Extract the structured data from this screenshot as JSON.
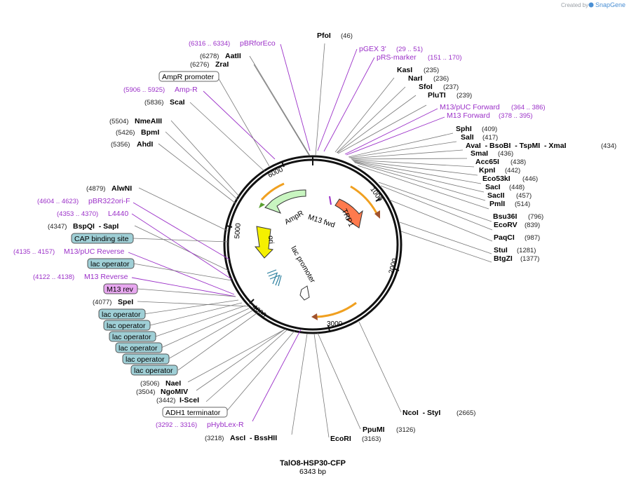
{
  "credit": {
    "prefix": "Created by",
    "brand": "SnapGene"
  },
  "plasmid": {
    "name": "TalO8-HSP30-CFP",
    "size": "6343 bp"
  },
  "ticks": [
    "1000",
    "2000",
    "3000",
    "4000",
    "5000",
    "6000"
  ],
  "sites": [
    {
      "name": "PfoI",
      "pos": "(46)"
    },
    {
      "name": "KasI",
      "pos": "(235)"
    },
    {
      "name": "NarI",
      "pos": "(236)"
    },
    {
      "name": "SfoI",
      "pos": "(237)"
    },
    {
      "name": "PluTI",
      "pos": "(239)"
    },
    {
      "name": "SphI",
      "pos": "(409)"
    },
    {
      "name": "SalI",
      "pos": "(417)"
    },
    {
      "name": "AvaI  - BsoBI  - TspMI  - XmaI",
      "pos": "(434)"
    },
    {
      "name": "SmaI",
      "pos": "(436)"
    },
    {
      "name": "Acc65I",
      "pos": "(438)"
    },
    {
      "name": "KpnI",
      "pos": "(442)"
    },
    {
      "name": "Eco53kI",
      "pos": "(446)"
    },
    {
      "name": "SacI",
      "pos": "(448)"
    },
    {
      "name": "SacII",
      "pos": "(457)"
    },
    {
      "name": "PmlI",
      "pos": "(514)"
    },
    {
      "name": "Bsu36I",
      "pos": "(796)"
    },
    {
      "name": "EcoRV",
      "pos": "(839)"
    },
    {
      "name": "PaqCI",
      "pos": "(987)"
    },
    {
      "name": "StuI",
      "pos": "(1281)"
    },
    {
      "name": "BtgZI",
      "pos": "(1377)"
    },
    {
      "name": "NcoI  - StyI",
      "pos": "(2665)"
    },
    {
      "name": "PpuMI",
      "pos": "(3126)"
    },
    {
      "name": "EcoRI",
      "pos": "(3163)"
    },
    {
      "name": "AscI  - BssHII",
      "pos": "(3218)"
    },
    {
      "name": "I-SceI",
      "pos": "(3442)"
    },
    {
      "name": "NgoMIV",
      "pos": "(3504)"
    },
    {
      "name": "NaeI",
      "pos": "(3506)"
    },
    {
      "name": "SpeI",
      "pos": "(4077)"
    },
    {
      "name": "BspQI  - SapI",
      "pos": "(4347)"
    },
    {
      "name": "AlwNI",
      "pos": "(4879)"
    },
    {
      "name": "AhdI",
      "pos": "(5356)"
    },
    {
      "name": "BpmI",
      "pos": "(5426)"
    },
    {
      "name": "NmeAIII",
      "pos": "(5504)"
    },
    {
      "name": "ScaI",
      "pos": "(5836)"
    },
    {
      "name": "ZraI",
      "pos": "(6276)"
    },
    {
      "name": "AatII",
      "pos": "(6278)"
    }
  ],
  "primers": [
    {
      "name": "pGEX 3'",
      "range": "(29 .. 51)"
    },
    {
      "name": "pRS-marker",
      "range": "(151 .. 170)"
    },
    {
      "name": "M13/pUC Forward",
      "range": "(364 .. 386)"
    },
    {
      "name": "M13 Forward",
      "range": "(378 .. 395)"
    },
    {
      "name": "pHybLex-R",
      "range": "(3292 .. 3316)"
    },
    {
      "name": "M13 Reverse",
      "range": "(4122 .. 4138)"
    },
    {
      "name": "M13/pUC Reverse",
      "range": "(4135 .. 4157)"
    },
    {
      "name": "L4440",
      "range": "(4353 .. 4370)"
    },
    {
      "name": "pBR322ori-F",
      "range": "(4604 .. 4623)"
    },
    {
      "name": "Amp-R",
      "range": "(5906 .. 5925)"
    },
    {
      "name": "pBRforEco",
      "range": "(6316 .. 6334)"
    }
  ],
  "boxed_features": [
    "AmpR promoter",
    "CAP binding site",
    "lac operator",
    "M13 rev",
    "lac operator",
    "lac operator",
    "lac operator",
    "lac operator",
    "lac operator",
    "lac operator",
    "ADH1 terminator"
  ],
  "inner_features": [
    "AmpR",
    "ori",
    "lac promoter",
    "M13 fwd",
    "TRP1"
  ],
  "colors": {
    "primer": "#9b30c8",
    "ampr": "#c8f5c0",
    "ori": "#f5f000",
    "trp1": "#ff7a4d",
    "lacop": "#9fcfd6",
    "m13rev": "#e8a8f0",
    "orange_arc": "#f0a020"
  }
}
